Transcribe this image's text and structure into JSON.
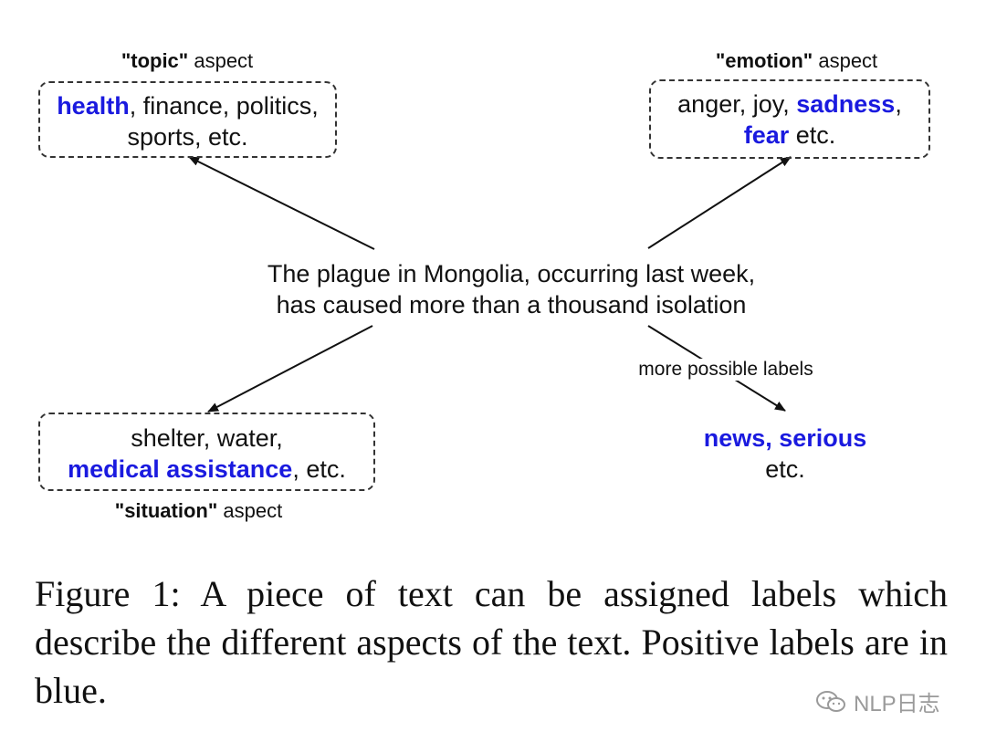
{
  "diagram": {
    "center_text": {
      "line1": "The plague in Mongolia, occurring last week,",
      "line2": "has caused more than a thousand isolation"
    },
    "topic": {
      "aspect_bold": "\"topic\"",
      "aspect_word": " aspect",
      "positive1": "health",
      "rest1": ", finance, politics,",
      "line2": "sports, etc."
    },
    "emotion": {
      "aspect_bold": "\"emotion\"",
      "aspect_word": " aspect",
      "pre1": "anger, joy, ",
      "positive1": "sadness",
      "post1": ",",
      "positive2": "fear",
      "post2": " etc."
    },
    "situation": {
      "aspect_bold": "\"situation\"",
      "aspect_word": " aspect",
      "line1": "shelter, water,",
      "positive1": "medical assistance",
      "post1": ", etc."
    },
    "more": {
      "edge_label": "more possible labels",
      "positive1": "news",
      "sep": ", ",
      "positive2": "serious",
      "line2": "etc."
    }
  },
  "caption": {
    "text": "Figure 1: A piece of text can be assigned labels which describe the different aspects of the text. Positive labels are in blue."
  },
  "watermark": {
    "text": "NLP日志",
    "icon": "wechat-icon"
  },
  "colors": {
    "positive_label": "#1a1adf",
    "text": "#111111",
    "watermark": "#9a9a9a"
  }
}
